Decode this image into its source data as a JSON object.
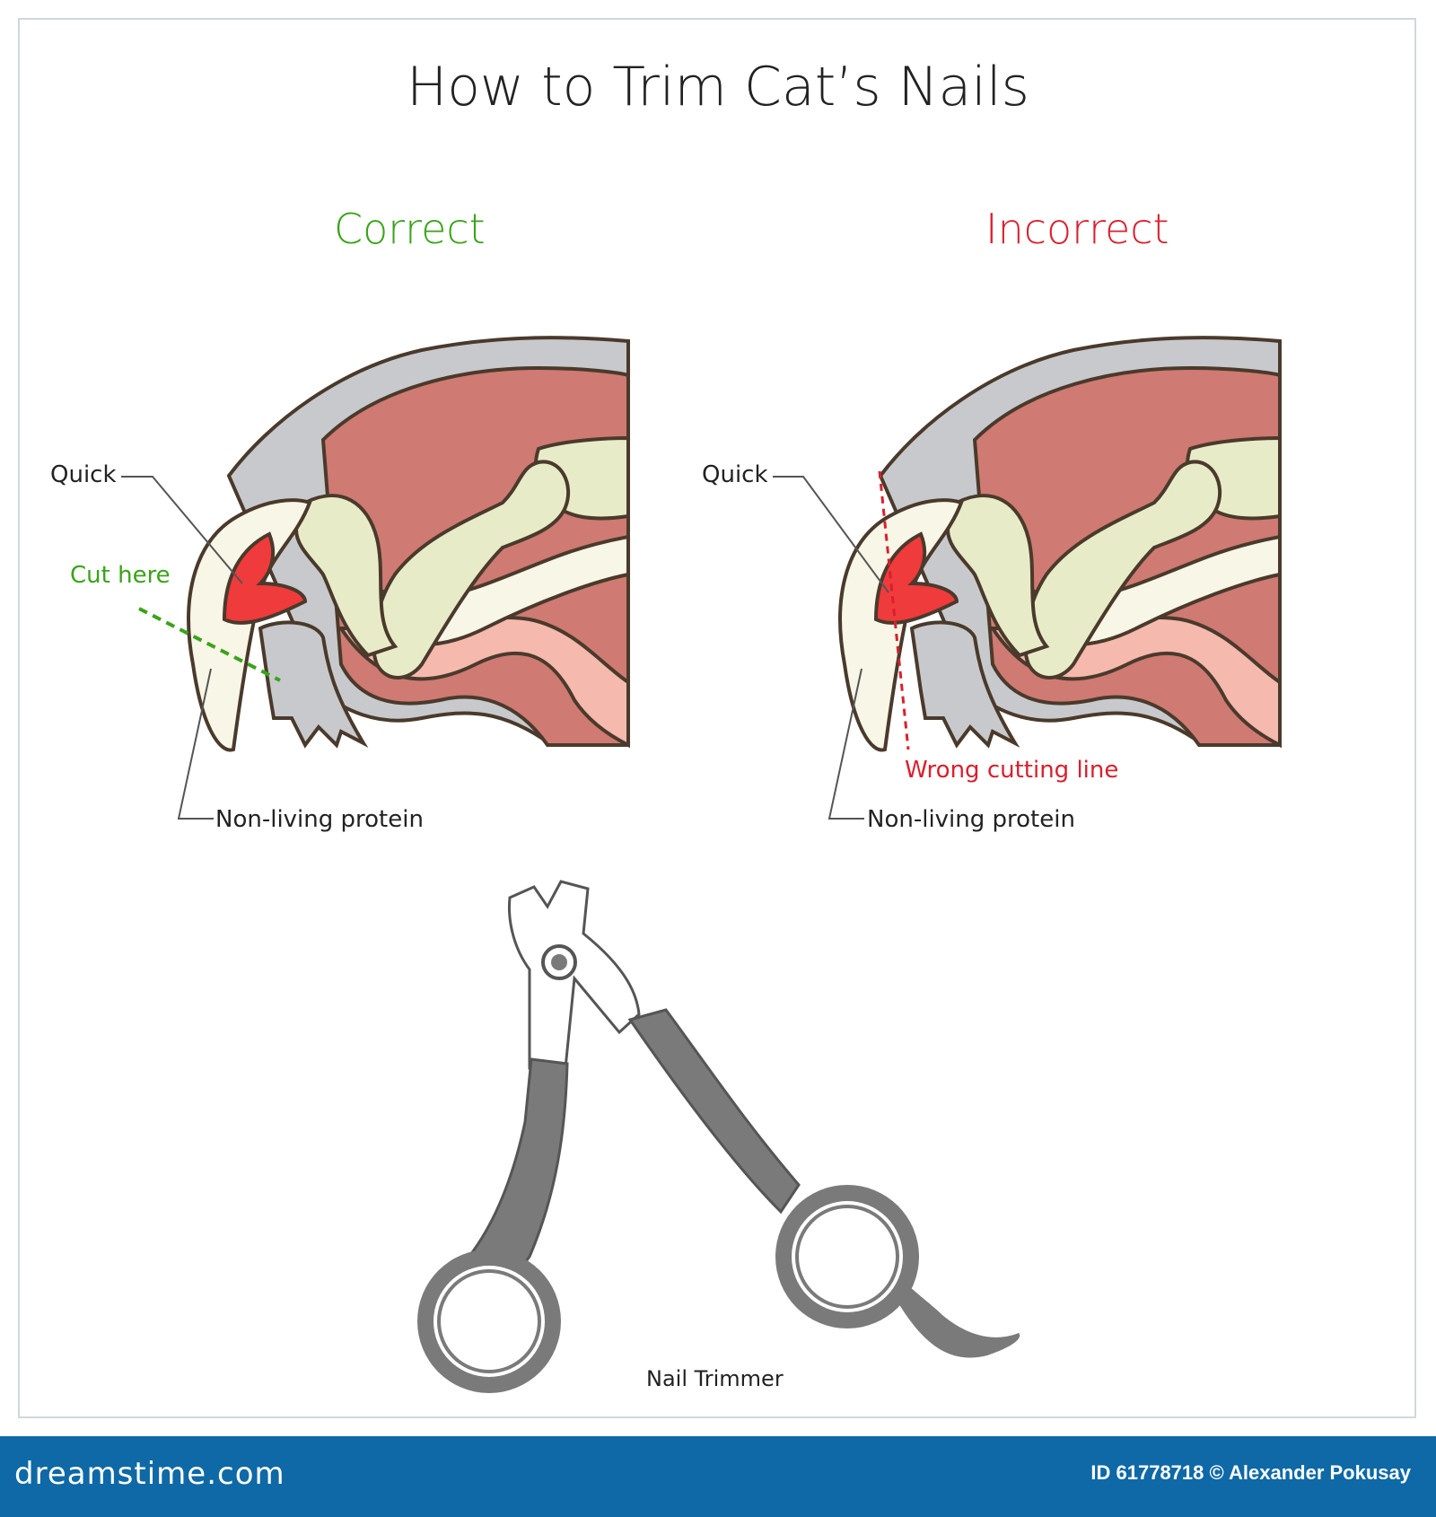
{
  "title": "How to Trim Cat’s Nails",
  "panels": {
    "correct": {
      "heading": "Correct",
      "quick_label": "Quick",
      "cut_label": "Cut here",
      "protein_label": "Non-living protein"
    },
    "incorrect": {
      "heading": "Incorrect",
      "quick_label": "Quick",
      "wrong_label": "Wrong cutting line",
      "protein_label": "Non-living protein"
    }
  },
  "trimmer_label": "Nail Trimmer",
  "footer": {
    "brand": "dreamstime.com",
    "credit": "ID 61778718 © Alexander Pokusay"
  },
  "colors": {
    "correct": "#3aa31a",
    "incorrect": "#d8202e",
    "fur": "#c8c9cc",
    "muscle": "#cf7a72",
    "bone": "#e8ebc8",
    "quick": "#ef3b3b",
    "nail": "#f8f6e6",
    "pad": "#f5b9ae",
    "handle": "#7a7a7a",
    "footer": "#0e69a6"
  }
}
